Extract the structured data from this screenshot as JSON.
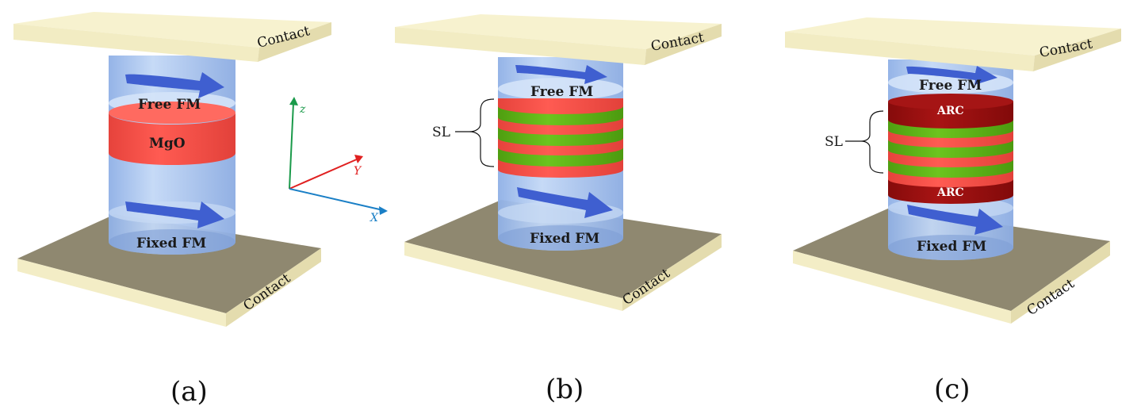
{
  "colors": {
    "plate_top": "#f7f2cf",
    "plate_side": "#e9e1b6",
    "plate_bottom_face": "#8f8870",
    "cylinder": "#a9c6ef",
    "mgo": "#f0504a",
    "sl_red": "#f05a4d",
    "sl_green": "#5fb317",
    "arc": "#9a0e0e",
    "arrow": "#3f5fd0",
    "axis_z": "#1a9a4a",
    "axis_y": "#e02020",
    "axis_x": "#1a7fc6"
  },
  "panels": [
    {
      "id": "a",
      "top_contact": "Contact",
      "bottom_contact": "Contact",
      "free_layer": "Free FM",
      "fixed_layer": "Fixed FM",
      "barrier": "MgO",
      "caption": "(a)"
    },
    {
      "id": "b",
      "top_contact": "Contact",
      "bottom_contact": "Contact",
      "free_layer": "Free FM",
      "fixed_layer": "Fixed FM",
      "superlattice": "SL",
      "caption": "(b)"
    },
    {
      "id": "c",
      "top_contact": "Contact",
      "bottom_contact": "Contact",
      "free_layer": "Free FM",
      "fixed_layer": "Fixed FM",
      "superlattice": "SL",
      "arc_top": "ARC",
      "arc_bottom": "ARC",
      "caption": "(c)"
    }
  ],
  "axes": {
    "z": "z",
    "y": "Y",
    "x": "X"
  }
}
